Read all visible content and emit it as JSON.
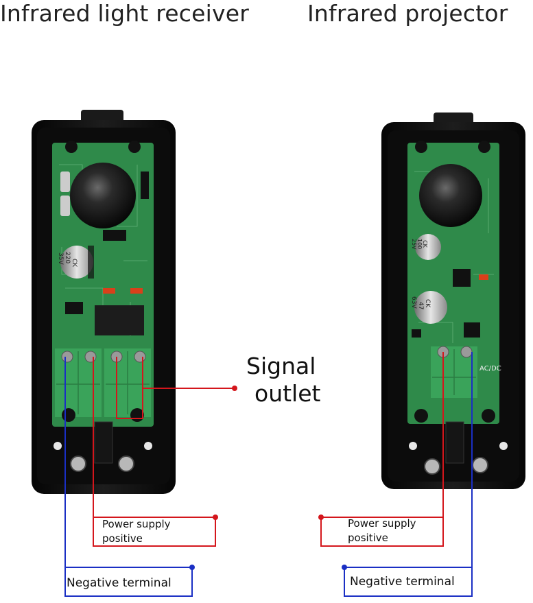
{
  "titles": {
    "left": "Infrared light receiver",
    "right": "Infrared projector"
  },
  "labels": {
    "signal_line1": "Signal",
    "signal_line2": "outlet",
    "power_line1": "Power supply",
    "power_line2": "positive",
    "negative": "Negative terminal",
    "ac_dc": "AC/DC"
  },
  "component_marks": {
    "receiver_cap": [
      "CK",
      "220",
      "35V"
    ],
    "projector_cap_small": [
      "CK",
      "100",
      "25V"
    ],
    "projector_cap_large": [
      "CK",
      "47",
      "63V"
    ]
  },
  "colors": {
    "positive_wire": "#d4161c",
    "negative_wire": "#1a2fc4",
    "housing": "#141414",
    "pcb": "#2f8a4a",
    "terminal": "#3aa35a"
  }
}
